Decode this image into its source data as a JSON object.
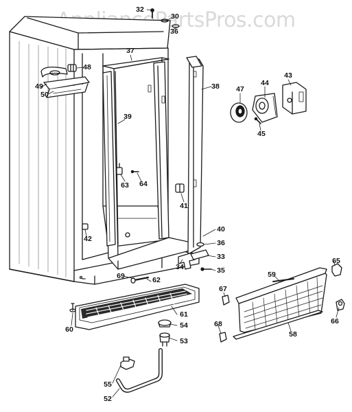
{
  "watermark": "AppliancePartsPros.com",
  "colors": {
    "line": "#1a1a1a",
    "watermark": "#b9b9b9",
    "background": "#ffffff"
  },
  "callouts": {
    "c32": "32",
    "c30": "30",
    "c36a": "36",
    "c37": "37",
    "c48": "48",
    "c49": "49",
    "c50": "50",
    "c38": "38",
    "c47": "47",
    "c44": "44",
    "c43": "43",
    "c45": "45",
    "c39": "39",
    "c63": "63",
    "c64": "64",
    "c41": "41",
    "c42": "42",
    "c40": "40",
    "c36b": "36",
    "c34": "34",
    "c33": "33",
    "c35": "35",
    "c65": "65",
    "c59": "59",
    "c69": "69",
    "c62": "62",
    "c67": "67",
    "c61": "61",
    "c60": "60",
    "c54": "54",
    "c66": "66",
    "c58": "58",
    "c68": "68",
    "c53": "53",
    "c55": "55",
    "c52": "52"
  }
}
